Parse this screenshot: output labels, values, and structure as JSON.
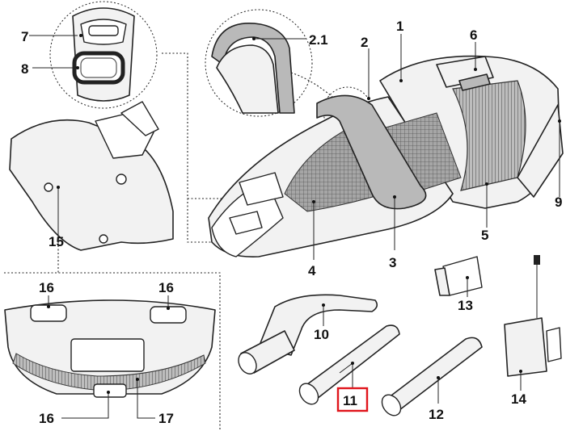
{
  "highlight": {
    "color": "#e0141b",
    "part": "11"
  },
  "labels": {
    "p1": "1",
    "p2": "2",
    "p2_1": "2.1",
    "p3": "3",
    "p4": "4",
    "p5": "5",
    "p6": "6",
    "p7": "7",
    "p8": "8",
    "p9": "9",
    "p10": "10",
    "p11": "11",
    "p12": "12",
    "p13": "13",
    "p14": "14",
    "p15": "15",
    "p16a": "16",
    "p16b": "16",
    "p16c": "16",
    "p17": "17"
  }
}
